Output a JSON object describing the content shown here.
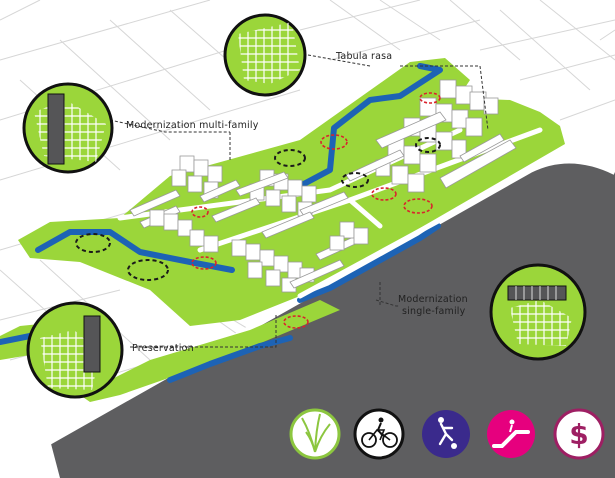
{
  "labels": {
    "tabula_rasa": "Tabula rasa",
    "modernization_multi": "Modernization multi-family",
    "modernization_single_1": "Modernization",
    "modernization_single_2": "single-family",
    "preservation": "Preservation"
  },
  "icons": [
    {
      "name": "grass-icon",
      "color": "#8CC63F"
    },
    {
      "name": "bicycle-icon",
      "color": "#111111"
    },
    {
      "name": "soccer-player-icon",
      "color": "#3A2A8C"
    },
    {
      "name": "escalator-icon",
      "color": "#E6007E"
    },
    {
      "name": "dollar-icon",
      "color": "#9E1F63"
    }
  ],
  "colors": {
    "green": "#9BD63A",
    "water": "#1D63B5",
    "road": "#5E5E60",
    "building": "#FFFFFF",
    "red_circle": "#D9232D"
  }
}
